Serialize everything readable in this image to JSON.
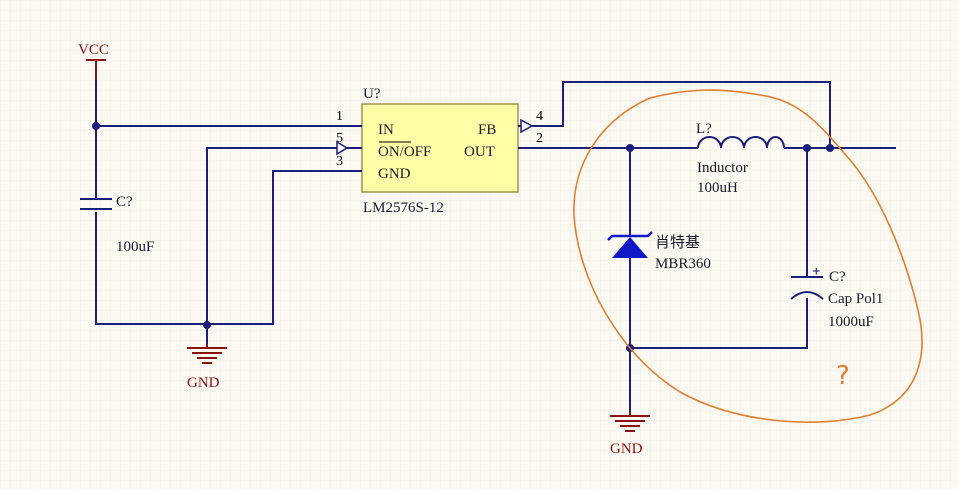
{
  "power": {
    "vcc": "VCC",
    "gnd_left": "GND",
    "gnd_right": "GND"
  },
  "ic": {
    "designator": "U?",
    "part": "LM2576S-12",
    "pins_left": [
      {
        "number": "1",
        "name": "IN"
      },
      {
        "number": "5",
        "name": "ON/OFF"
      },
      {
        "number": "3",
        "name": "GND"
      }
    ],
    "pins_right": [
      {
        "number": "4",
        "name": "FB"
      },
      {
        "number": "2",
        "name": "OUT"
      }
    ],
    "fill_color": "#ffffa8"
  },
  "cap_in": {
    "designator": "C?",
    "value": "100uF"
  },
  "inductor": {
    "designator": "L?",
    "type": "Inductor",
    "value": "100uH"
  },
  "diode": {
    "label": "肖特基",
    "part": "MBR360",
    "color": "#1018c8"
  },
  "cap_out": {
    "designator": "C?",
    "type": "Cap Pol1",
    "value": "1000uF",
    "polarity": "+"
  },
  "annotation": {
    "mark": "?",
    "color": "#e07f30"
  },
  "colors": {
    "wire": "#1b1f7a",
    "power": "#8a1212",
    "background": "#fbf9f2"
  }
}
